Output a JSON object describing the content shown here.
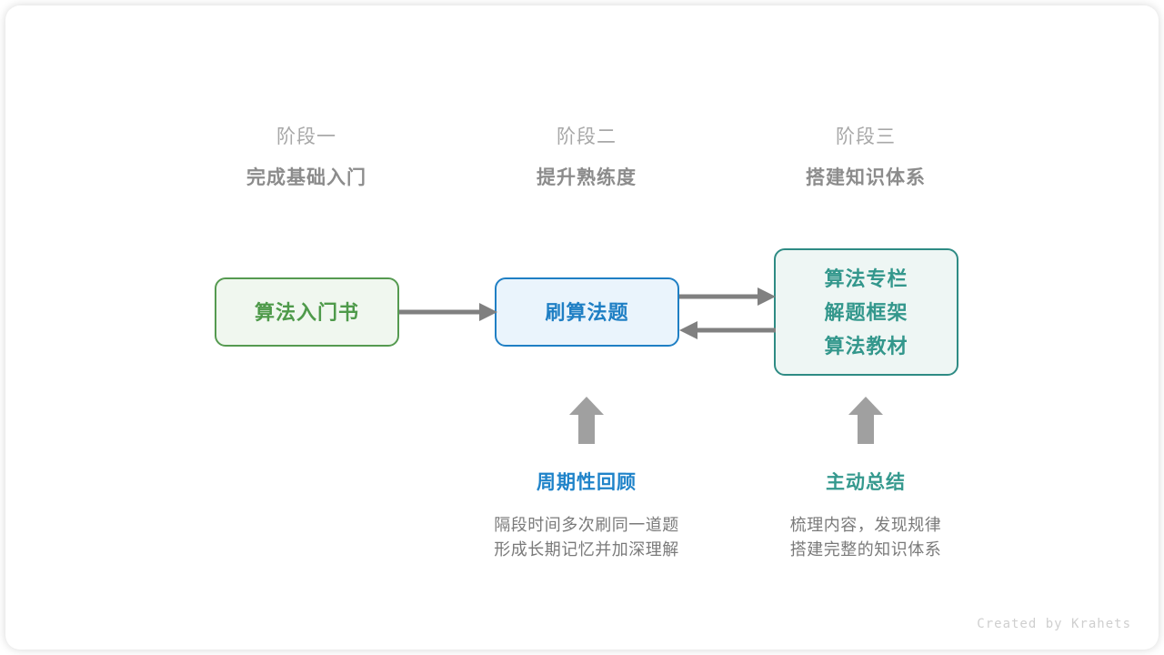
{
  "diagram": {
    "stages": [
      {
        "id": "stage-one",
        "subtitle": "阶段一",
        "title": "完成基础入门"
      },
      {
        "id": "stage-two",
        "subtitle": "阶段二",
        "title": "提升熟练度"
      },
      {
        "id": "stage-three",
        "subtitle": "阶段三",
        "title": "搭建知识体系"
      }
    ],
    "nodes": [
      {
        "id": "book",
        "lines": [
          "算法入门书"
        ],
        "color": "#4e9a4a",
        "border": "#559a50",
        "fill": "#f0f7ef"
      },
      {
        "id": "practice",
        "lines": [
          "刷算法题"
        ],
        "color": "#1f7fc4",
        "border": "#1f7fc4",
        "fill": "#eaf4fc"
      },
      {
        "id": "resources",
        "lines": [
          "算法专栏",
          "解题框架",
          "算法教材"
        ],
        "color": "#33978c",
        "border": "#2e8b84",
        "fill": "#eef6f4"
      }
    ],
    "notes": [
      {
        "id": "review",
        "title": "周期性回顾",
        "color": "#1f83c9",
        "body_lines": [
          "隔段时间多次刷同一道题",
          "形成长期记忆并加深理解"
        ]
      },
      {
        "id": "summary",
        "title": "主动总结",
        "color": "#35998e",
        "body_lines": [
          "梳理内容，发现规律",
          "搭建完整的知识体系"
        ]
      }
    ],
    "arrow_color": "#808080",
    "footer": "Created by Krahets"
  }
}
